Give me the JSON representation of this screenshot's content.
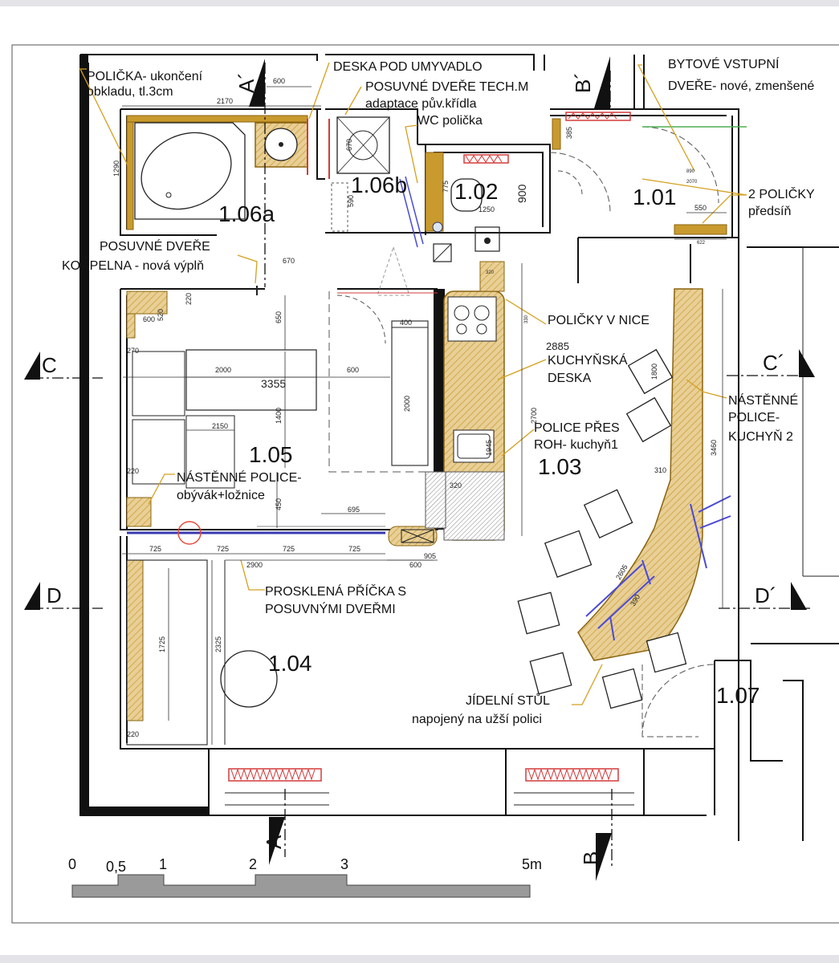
{
  "colors": {
    "wood": "#c99a2e",
    "wood_light": "#e8cf96",
    "leader": "#d4a020",
    "window_red": "#d43a3a",
    "blue": "#4a4ad8",
    "wall": "#111111"
  },
  "rooms": {
    "r106a": "1.06a",
    "r106b": "1.06b",
    "r102": "1.02",
    "r101": "1.01",
    "r105": "1.05",
    "r103": "1.03",
    "r104": "1.04",
    "r107": "1.07"
  },
  "labels": {
    "policka_1": "POLIČKA- ukončení",
    "policka_2": "obkladu, tl.3cm",
    "deska": "DESKA POD UMYVADLO",
    "posuvne_tech_1": "POSUVNÉ DVEŘE TECH.M",
    "posuvne_tech_2": "adaptace pův.křídla",
    "wc": "WC polička",
    "bytove_1": "BYTOVÉ VSTUPNÍ",
    "bytove_2": "DVEŘE- nové, zmenšené",
    "dve_policky_1": "2 POLIČKY",
    "dve_policky_2": "předsíň",
    "posuvne_koup_1": "POSUVNÉ DVEŘE",
    "posuvne_koup_2": "KOUPELNA - nová výplň",
    "policky_nice": "POLIČKY V NICE",
    "kuch_deska_1": "KUCHYŇSKÁ",
    "kuch_deska_2": "DESKA",
    "nastenne_k2_1": "NÁSTĚNNÉ",
    "nastenne_k2_2": "POLICE-",
    "nastenne_k2_3": "KUCHYŇ 2",
    "police_pres_1": "POLICE PŘES",
    "police_pres_2": "ROH- kuchyň1",
    "nastenne_ob_1": "NÁSTĚNNÉ POLICE-",
    "nastenne_ob_2": "obývák+ložnice",
    "prosklena_1": "PROSKLENÁ PŘÍČKA S",
    "prosklena_2": "POSUVNÝMI DVEŘMI",
    "jidelni_1": "JÍDELNÍ STŮL",
    "jidelni_2": "napojený na užší polici"
  },
  "sections": {
    "a_top": "A´",
    "b_top": "B´",
    "c_left": "C",
    "c_right": "C´",
    "d_left": "D",
    "d_right": "D´",
    "a_bottom": "A",
    "b_bottom": "B"
  },
  "dims": {
    "d600": "600",
    "d2170": "2170",
    "d1290": "1290",
    "d670a": "670",
    "d590": "590",
    "d775": "775",
    "d900": "900",
    "d1250": "1250",
    "d385": "385",
    "d890": "890",
    "d2070": "2070",
    "d550": "550",
    "d622": "622",
    "d670b": "670",
    "d220a": "220",
    "d520": "520",
    "d600b": "600",
    "d270": "270",
    "d650": "650",
    "d400": "400",
    "d2000a": "2000",
    "d600c": "600",
    "d3355": "3355",
    "d2000b": "2000",
    "d1400": "1400",
    "d2150": "2150",
    "d220b": "220",
    "d450": "450",
    "d695": "695",
    "d320a": "320",
    "d2885": "2885",
    "d1800": "1800",
    "d3460": "3460",
    "d310": "310",
    "d2700": "2700",
    "d1945": "1945",
    "d320b": "320",
    "d905": "905",
    "d600d": "600",
    "d725a": "725",
    "d725b": "725",
    "d725c": "725",
    "d725d": "725",
    "d2900": "2900",
    "d1725": "1725",
    "d2325": "2325",
    "d220c": "220",
    "d2605": "2605",
    "d390": "390",
    "d330": "330"
  },
  "scale": {
    "t0": "0",
    "t05": "0,5",
    "t1": "1",
    "t2": "2",
    "t3": "3",
    "t5": "5m"
  }
}
